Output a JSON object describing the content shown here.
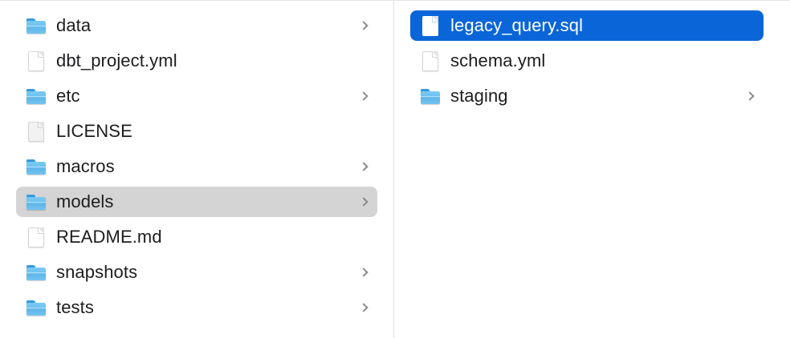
{
  "window": {
    "view_mode": "column-view",
    "accent_color": "#0a66d8",
    "inactive_selection_color": "#d4d4d4",
    "text_color": "#1d1d1f",
    "background_color": "#ffffff",
    "divider_color": "#e0e0e0"
  },
  "columns": [
    {
      "name": "parent-directory-column",
      "items": [
        {
          "label": "data",
          "icon": "folder-icon",
          "kind": "folder",
          "has_chevron": true,
          "selected": false
        },
        {
          "label": "dbt_project.yml",
          "icon": "file-icon",
          "kind": "file",
          "has_chevron": false,
          "selected": false
        },
        {
          "label": "etc",
          "icon": "folder-icon",
          "kind": "folder",
          "has_chevron": true,
          "selected": false
        },
        {
          "label": "LICENSE",
          "icon": "file-plain-icon",
          "kind": "file",
          "has_chevron": false,
          "selected": false
        },
        {
          "label": "macros",
          "icon": "folder-icon",
          "kind": "folder",
          "has_chevron": true,
          "selected": false
        },
        {
          "label": "models",
          "icon": "folder-icon",
          "kind": "folder",
          "has_chevron": true,
          "selected": true,
          "selection_state": "inactive"
        },
        {
          "label": "README.md",
          "icon": "file-icon",
          "kind": "file",
          "has_chevron": false,
          "selected": false
        },
        {
          "label": "snapshots",
          "icon": "folder-icon",
          "kind": "folder",
          "has_chevron": true,
          "selected": false
        },
        {
          "label": "tests",
          "icon": "folder-icon",
          "kind": "folder",
          "has_chevron": true,
          "selected": false
        }
      ]
    },
    {
      "name": "models-directory-column",
      "items": [
        {
          "label": "legacy_query.sql",
          "icon": "file-icon",
          "kind": "file",
          "has_chevron": false,
          "selected": true,
          "selection_state": "active"
        },
        {
          "label": "schema.yml",
          "icon": "file-icon",
          "kind": "file",
          "has_chevron": false,
          "selected": false
        },
        {
          "label": "staging",
          "icon": "folder-icon",
          "kind": "folder",
          "has_chevron": true,
          "selected": false
        }
      ]
    }
  ]
}
